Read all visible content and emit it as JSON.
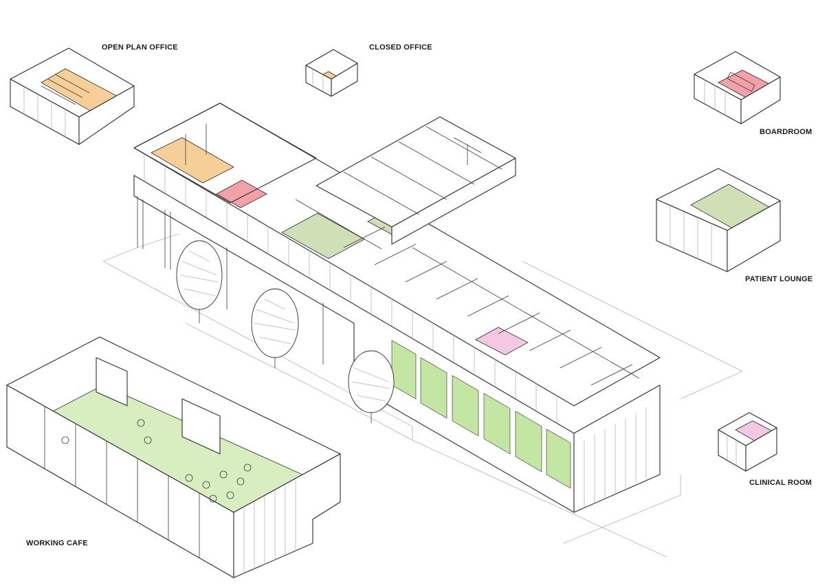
{
  "labels": {
    "open_plan_office": "OPEN PLAN OFFICE",
    "closed_office": "CLOSED OFFICE",
    "boardroom": "BOARDROOM",
    "patient_lounge": "PATIENT LOUNGE",
    "clinical_room": "CLINICAL ROOM",
    "working_cafe": "WORKING CAFE"
  },
  "colors": {
    "office_orange": "#f6cf98",
    "meeting_red": "#f2a1a8",
    "lounge_green": "#cfe0b6",
    "cafe_green": "#d8eec0",
    "clinical_pink": "#f4c8e2",
    "glazing_green": "#c3e6a3",
    "line": "#2a2a2a",
    "ground_line": "#b8b8b8"
  }
}
